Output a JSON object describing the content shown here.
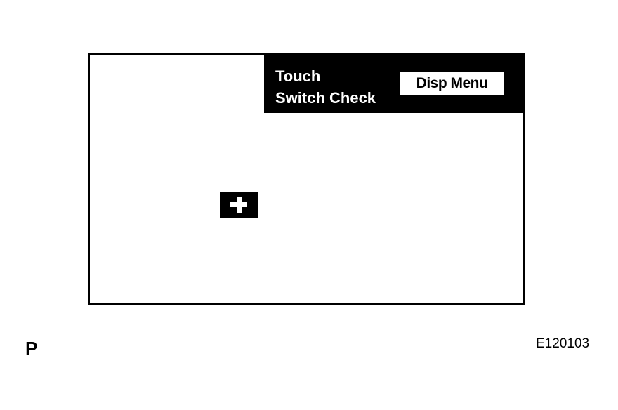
{
  "screen": {
    "title_line1": "Touch",
    "title_line2": "Switch Check",
    "disp_menu_label": "Disp Menu",
    "target_icon": "plus-cross-icon"
  },
  "footer": {
    "left_label": "P",
    "figure_code": "E120103"
  },
  "colors": {
    "panel": "#000000",
    "background": "#ffffff",
    "text_on_panel": "#ffffff"
  }
}
